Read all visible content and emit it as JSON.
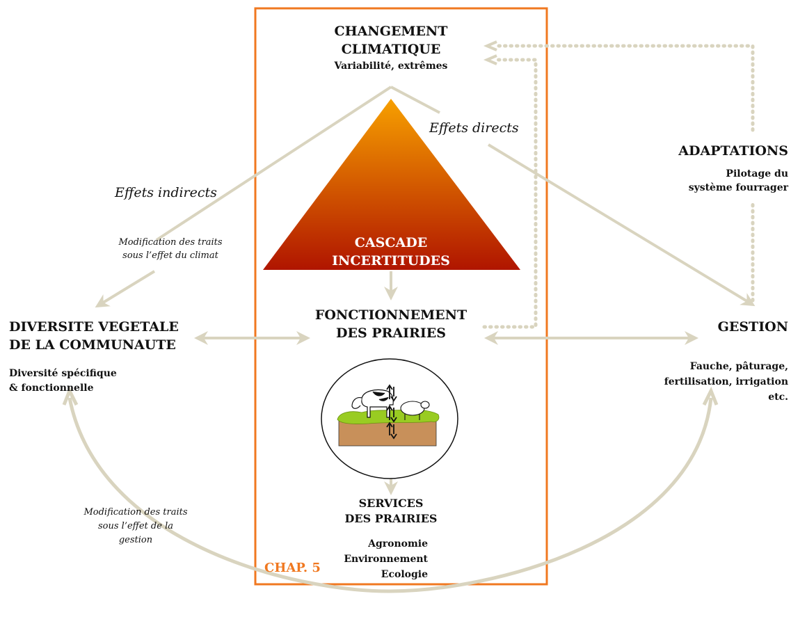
{
  "climate": {
    "title_line1": "CHANGEMENT",
    "title_line2": "CLIMATIQUE",
    "subtitle": "Variabilité, extrêmes"
  },
  "cascade": {
    "line1": "CASCADE",
    "line2": "INCERTITUDES"
  },
  "effets_directs": "Effets directs",
  "effets_indirects": "Effets indirects",
  "modif_climat": {
    "line1": "Modification des traits",
    "line2": "sous l’effet du climat"
  },
  "diversite": {
    "title_line1": "DIVERSITE VEGETALE",
    "title_line2": "DE LA COMMUNAUTE",
    "sub_line1": "Diversité spécifique",
    "sub_line2": "& fonctionnelle"
  },
  "fonctionnement": {
    "line1": "FONCTIONNEMENT",
    "line2": "DES PRAIRIES"
  },
  "adaptations": {
    "title": "ADAPTATIONS",
    "sub_line1": "Pilotage du",
    "sub_line2": "système fourrager"
  },
  "gestion": {
    "title": "GESTION",
    "sub_line1": "Fauche, pâturage,",
    "sub_line2": "fertilisation, irrigation",
    "sub_line3": "etc."
  },
  "services": {
    "title_line1": "SERVICES",
    "title_line2": "DES PRAIRIES",
    "item1": "Agronomie",
    "item2": "Environnement",
    "item3": "Ecologie"
  },
  "modif_gestion": {
    "line1": "Modification des traits",
    "line2": "sous l’effet de la",
    "line3": "gestion"
  },
  "chapter": "CHAP. 5",
  "colors": {
    "frame": "#f07820",
    "arrow": "#d9d4bf",
    "triangle_top": "#f7a000",
    "triangle_bottom": "#b01500",
    "grass": "#99cc22",
    "soil": "#c8905a"
  }
}
